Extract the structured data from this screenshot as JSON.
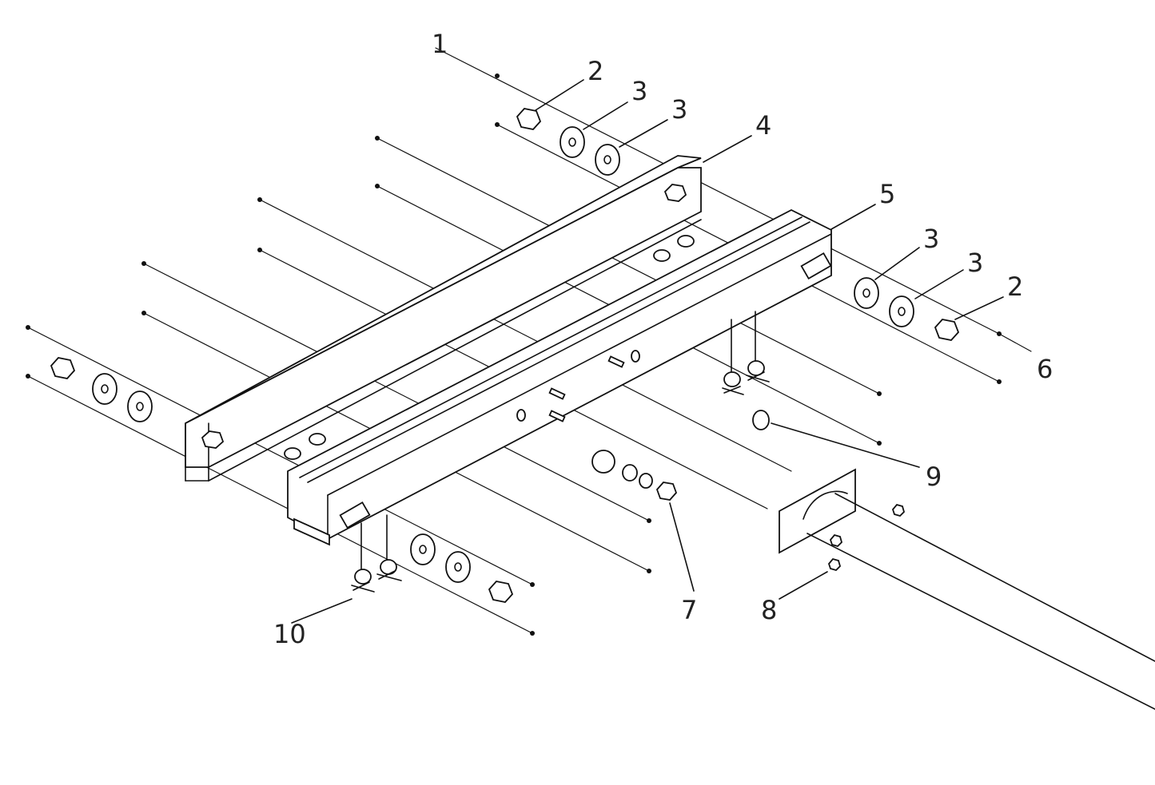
{
  "diagram": {
    "callouts": [
      {
        "id": "c1",
        "text": "1"
      },
      {
        "id": "c2a",
        "text": "2"
      },
      {
        "id": "c3a",
        "text": "3"
      },
      {
        "id": "c3b",
        "text": "3"
      },
      {
        "id": "c4",
        "text": "4"
      },
      {
        "id": "c5",
        "text": "5"
      },
      {
        "id": "c3c",
        "text": "3"
      },
      {
        "id": "c3d",
        "text": "3"
      },
      {
        "id": "c2b",
        "text": "2"
      },
      {
        "id": "c6",
        "text": "6"
      },
      {
        "id": "c9",
        "text": "9"
      },
      {
        "id": "c7",
        "text": "7"
      },
      {
        "id": "c8",
        "text": "8"
      },
      {
        "id": "c10",
        "text": "10"
      }
    ]
  }
}
